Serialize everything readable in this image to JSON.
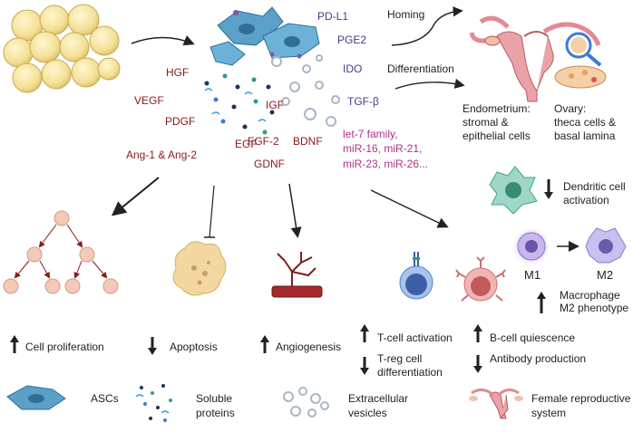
{
  "factors": {
    "hgf": "HGF",
    "vegf": "VEGF",
    "pdgf": "PDGF",
    "igf": "IGF",
    "fgf2": "FGF-2",
    "ang": "Ang-1 & Ang-2",
    "egf": "EGF",
    "bdnf": "BDNF",
    "gdnf": "GDNF"
  },
  "immune_factors": {
    "pdl1": "PD-L1",
    "pge2": "PGE2",
    "ido": "IDO",
    "tgfb": "TGF-β"
  },
  "mirna": [
    "let-7 family,",
    "miR-16, miR-21,",
    "miR-23, miR-26..."
  ],
  "top_right": {
    "homing": "Homing",
    "differentiation": "Differentiation",
    "endometrium": [
      "Endometrium:",
      "stromal &",
      "epithelial cells"
    ],
    "ovary": [
      "Ovary:",
      "theca cells &",
      "basal lamina"
    ]
  },
  "effects": {
    "dendritic": [
      "Dendritic cell",
      "activation"
    ],
    "m1": "M1",
    "m2": "M2",
    "macrophage": [
      "Macrophage",
      "M2 phenotype"
    ],
    "proliferation": "Cell proliferation",
    "apoptosis": "Apoptosis",
    "angiogenesis": "Angiogenesis",
    "tcell": "T-cell activation",
    "treg": [
      "T-reg cell",
      "differentiation"
    ],
    "bcell": "B-cell quiescence",
    "antibody": "Antibody production"
  },
  "legend": {
    "ascs": "ASCs",
    "soluble": [
      "Soluble",
      "proteins"
    ],
    "vesicles": [
      "Extracellular",
      "vesicles"
    ],
    "repro": [
      "Female reproductive",
      "system"
    ]
  },
  "colors": {
    "factor_red": "#8b1a1a",
    "immune_purple": "#4a3a8c",
    "mirna_magenta": "#b0308a",
    "text": "#222222",
    "cell_blue": "#5aa0c8"
  }
}
